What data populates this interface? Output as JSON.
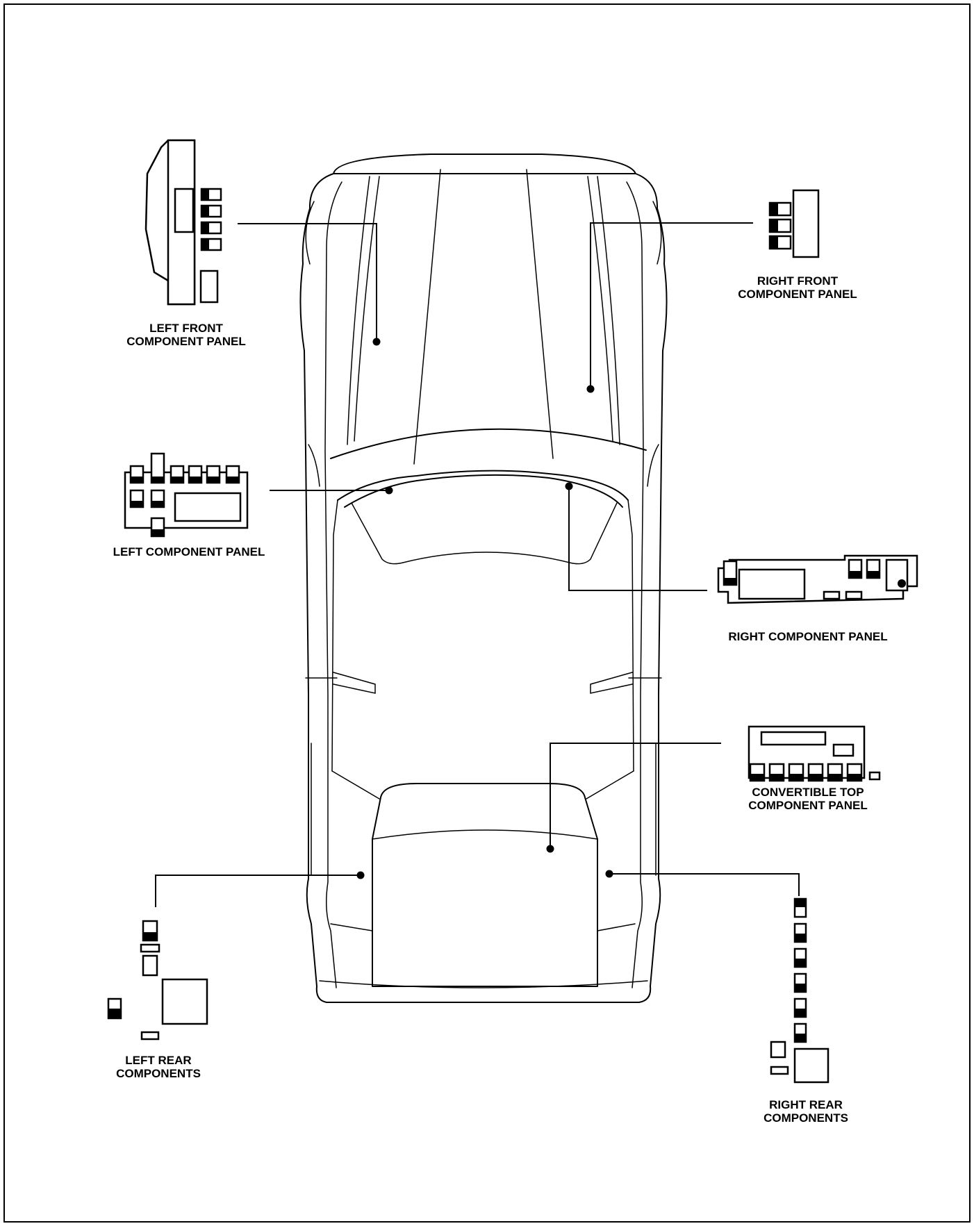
{
  "labels": {
    "left_front": [
      "LEFT FRONT",
      "COMPONENT PANEL"
    ],
    "right_front": [
      "RIGHT FRONT",
      "COMPONENT PANEL"
    ],
    "left_panel": [
      "LEFT COMPONENT PANEL"
    ],
    "right_panel": [
      "RIGHT COMPONENT PANEL"
    ],
    "convertible_top": [
      "CONVERTIBLE TOP",
      "COMPONENT PANEL"
    ],
    "left_rear": [
      "LEFT REAR",
      "COMPONENTS"
    ],
    "right_rear": [
      "RIGHT REAR",
      "COMPONENTS"
    ]
  },
  "colors": {
    "ink": "#000000",
    "paper": "#ffffff"
  }
}
